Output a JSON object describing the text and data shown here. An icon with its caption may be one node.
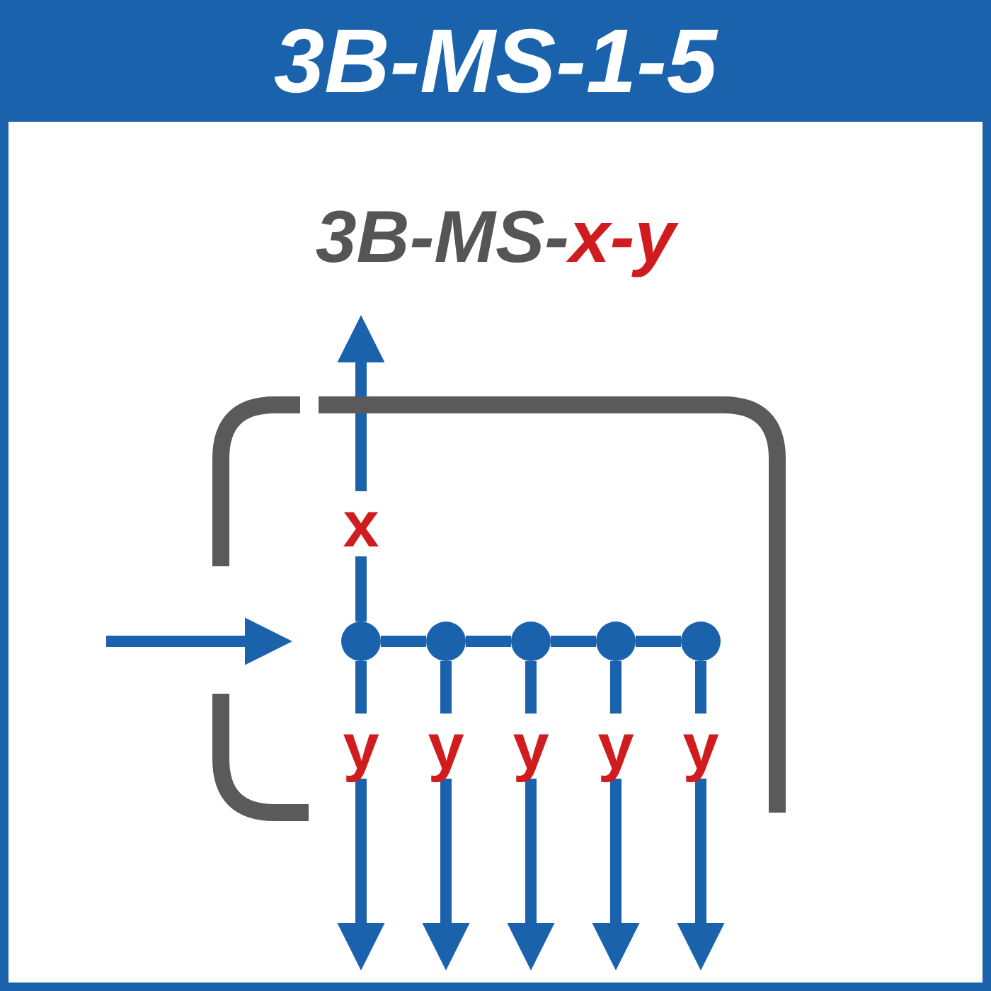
{
  "diagram": {
    "title": "3B-MS-1-5",
    "nodes": [
      {
        "text": [],
        "shape": "box"
      },
      {
        "text": [],
        "shape": "circle",
        "in": 0
      },
      {
        "text": [],
        "shape": "circle",
        "in": 0
      },
      {
        "text": [],
        "shape": "circle",
        "in": 0
      },
      {
        "text": [],
        "shape": "circle",
        "in": 0
      },
      {
        "text": [],
        "shape": "circle",
        "in": 0
      }
    ],
    "edges": [
      {
        "from": null,
        "to": 1,
        "arrow": "to"
      },
      {
        "from": 1,
        "to": null,
        "arrow": "to",
        "label": "x"
      },
      {
        "from": 1,
        "to": 2,
        "arrow": "none"
      },
      {
        "from": 2,
        "to": 3,
        "arrow": "none"
      },
      {
        "from": 3,
        "to": 4,
        "arrow": "none"
      },
      {
        "from": 4,
        "to": 5,
        "arrow": "none"
      },
      {
        "from": 1,
        "to": null,
        "arrow": "to",
        "label": "y"
      },
      {
        "from": 2,
        "to": null,
        "arrow": "to",
        "label": "y"
      },
      {
        "from": 3,
        "to": null,
        "arrow": "to",
        "label": "y"
      },
      {
        "from": 4,
        "to": null,
        "arrow": "to",
        "label": "y"
      },
      {
        "from": 5,
        "to": null,
        "arrow": "to",
        "label": "y"
      }
    ],
    "labels": [
      "3B-MS-",
      "x-y"
    ]
  }
}
